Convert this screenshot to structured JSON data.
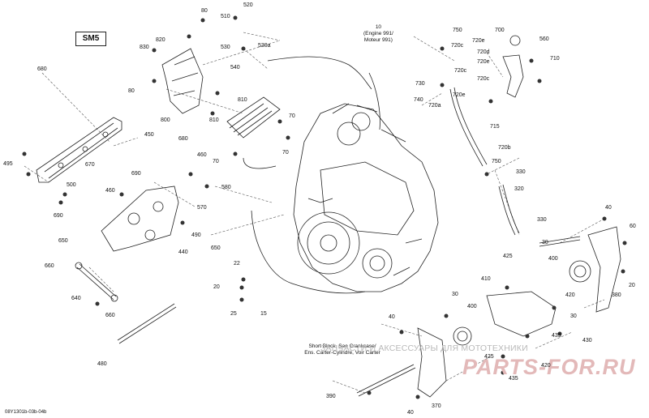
{
  "diagram": {
    "badge": "SM5",
    "engine_note": [
      "10",
      "(Engine 991/",
      "Moteur 991)"
    ],
    "short_block_note": [
      "Short Block, See Crankcase/",
      "Ens. Carter-Cylindre, Voir Carter"
    ],
    "reference": "08Y1301b-03b-04b",
    "watermark_text": "ЗАПЧАСТИ И АКСЕССУАРЫ ДЛЯ МОТОТЕХНИКИ",
    "watermark_logo": "PARTS-FOR.RU",
    "line_color": "#222222",
    "leader_color": "#555555"
  },
  "callouts": [
    {
      "id": "c520",
      "text": "520"
    },
    {
      "id": "c510",
      "text": "510"
    },
    {
      "id": "c530",
      "text": "530"
    },
    {
      "id": "c530a",
      "text": "530a"
    },
    {
      "id": "c540",
      "text": "540"
    },
    {
      "id": "c80a",
      "text": "80"
    },
    {
      "id": "c820",
      "text": "820"
    },
    {
      "id": "c830",
      "text": "830"
    },
    {
      "id": "c80b",
      "text": "80"
    },
    {
      "id": "c800",
      "text": "800"
    },
    {
      "id": "c810a",
      "text": "810"
    },
    {
      "id": "c810b",
      "text": "810"
    },
    {
      "id": "c70a",
      "text": "70"
    },
    {
      "id": "c70b",
      "text": "70"
    },
    {
      "id": "c70c",
      "text": "70"
    },
    {
      "id": "c680a",
      "text": "680"
    },
    {
      "id": "c680b",
      "text": "680"
    },
    {
      "id": "c450",
      "text": "450"
    },
    {
      "id": "c495",
      "text": "495"
    },
    {
      "id": "c500",
      "text": "500"
    },
    {
      "id": "c670",
      "text": "670"
    },
    {
      "id": "c690a",
      "text": "690"
    },
    {
      "id": "c690b",
      "text": "690"
    },
    {
      "id": "c460a",
      "text": "460"
    },
    {
      "id": "c460b",
      "text": "460"
    },
    {
      "id": "c580",
      "text": "580"
    },
    {
      "id": "c570",
      "text": "570"
    },
    {
      "id": "c490",
      "text": "490"
    },
    {
      "id": "c440",
      "text": "440"
    },
    {
      "id": "c650a",
      "text": "650"
    },
    {
      "id": "c650b",
      "text": "650"
    },
    {
      "id": "c660a",
      "text": "660"
    },
    {
      "id": "c660b",
      "text": "660"
    },
    {
      "id": "c640",
      "text": "640"
    },
    {
      "id": "c480",
      "text": "480"
    },
    {
      "id": "c22",
      "text": "22"
    },
    {
      "id": "c20",
      "text": "20"
    },
    {
      "id": "c25",
      "text": "25"
    },
    {
      "id": "c15",
      "text": "15"
    },
    {
      "id": "c750a",
      "text": "750"
    },
    {
      "id": "c720e1",
      "text": "720e"
    },
    {
      "id": "c720c1",
      "text": "720c"
    },
    {
      "id": "c720d",
      "text": "720d"
    },
    {
      "id": "c720e2",
      "text": "720e"
    },
    {
      "id": "c720c2",
      "text": "720c"
    },
    {
      "id": "c720c3",
      "text": "720c"
    },
    {
      "id": "c720e3",
      "text": "720e"
    },
    {
      "id": "c720a",
      "text": "720a"
    },
    {
      "id": "c730",
      "text": "730"
    },
    {
      "id": "c740",
      "text": "740"
    },
    {
      "id": "c700",
      "text": "700"
    },
    {
      "id": "c560",
      "text": "560"
    },
    {
      "id": "c710",
      "text": "710"
    },
    {
      "id": "c715",
      "text": "715"
    },
    {
      "id": "c720b",
      "text": "720b"
    },
    {
      "id": "c750b",
      "text": "750"
    },
    {
      "id": "c330a",
      "text": "330"
    },
    {
      "id": "c320",
      "text": "320"
    },
    {
      "id": "c330b",
      "text": "330"
    },
    {
      "id": "c40a",
      "text": "40"
    },
    {
      "id": "c60",
      "text": "60"
    },
    {
      "id": "c30a",
      "text": "30"
    },
    {
      "id": "c400a",
      "text": "400"
    },
    {
      "id": "c425a",
      "text": "425"
    },
    {
      "id": "c410",
      "text": "410"
    },
    {
      "id": "c20b",
      "text": "20"
    },
    {
      "id": "c420",
      "text": "420"
    },
    {
      "id": "c380",
      "text": "380"
    },
    {
      "id": "c30b",
      "text": "30"
    },
    {
      "id": "c30c",
      "text": "30"
    },
    {
      "id": "c400b",
      "text": "400"
    },
    {
      "id": "c40b",
      "text": "40"
    },
    {
      "id": "c435a",
      "text": "435"
    },
    {
      "id": "c430",
      "text": "430"
    },
    {
      "id": "c425b",
      "text": "425"
    },
    {
      "id": "c420b",
      "text": "420"
    },
    {
      "id": "c435b",
      "text": "435"
    },
    {
      "id": "c390",
      "text": "390"
    },
    {
      "id": "c370",
      "text": "370"
    },
    {
      "id": "c40c",
      "text": "40"
    }
  ]
}
